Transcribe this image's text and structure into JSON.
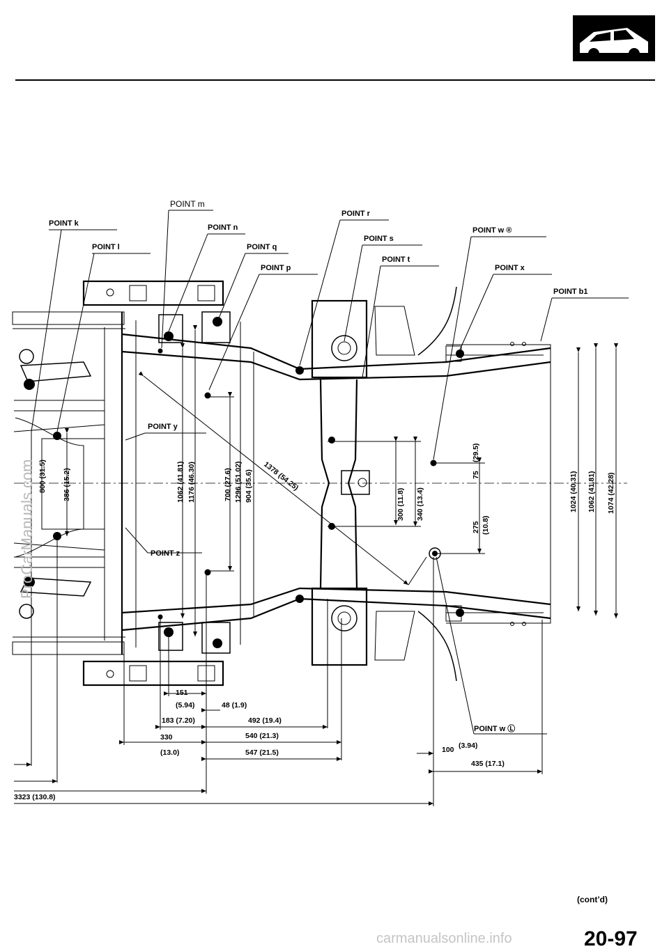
{
  "header": {
    "icon": "car-body-icon"
  },
  "points": {
    "k": "POINT k",
    "l": "POINT l",
    "m": "POINT m",
    "n": "POINT n",
    "q": "POINT q",
    "p": "POINT p",
    "r": "POINT r",
    "s": "POINT s",
    "t": "POINT t",
    "w_r": "POINT w ®",
    "x": "POINT x",
    "b1": "POINT b1",
    "y": "POINT y",
    "z": "POINT z",
    "w_l": "POINT w Ⓛ"
  },
  "dims": {
    "d800": "800 (31.5)",
    "d386": "386 (15.2)",
    "d1062a": "1062 (41.81)",
    "d1176": "1176 (46.30)",
    "d700": "700 (27.6)",
    "d1296": "1296 (51.02)",
    "d904": "904 (35.6)",
    "d1378": "1378 (54.25)",
    "d300": "300 (11.8)",
    "d340": "340 (13.4)",
    "d75a": "75",
    "d75b": "(29.5)",
    "d275a": "275",
    "d275b": "(10.8)",
    "d1024": "1024 (40.31)",
    "d1062b": "1062 (41.81)",
    "d1074": "1074 (42.28)",
    "d151": "151",
    "d151b": "(5.94)",
    "d48": "48 (1.9)",
    "d183": "183 (7.20)",
    "d492": "492 (19.4)",
    "d330": "330",
    "d330b": "(13.0)",
    "d540": "540 (21.3)",
    "d547": "547 (21.5)",
    "d100": "100",
    "d100b": "(3.94)",
    "d435": "435 (17.1)",
    "d3323": "3323 (130.8)"
  },
  "footer": {
    "contd": "(cont’d)",
    "page": "20-97"
  },
  "watermark": {
    "side": "ProCarManuals.com",
    "bottom": "carmanualsonline.info"
  }
}
